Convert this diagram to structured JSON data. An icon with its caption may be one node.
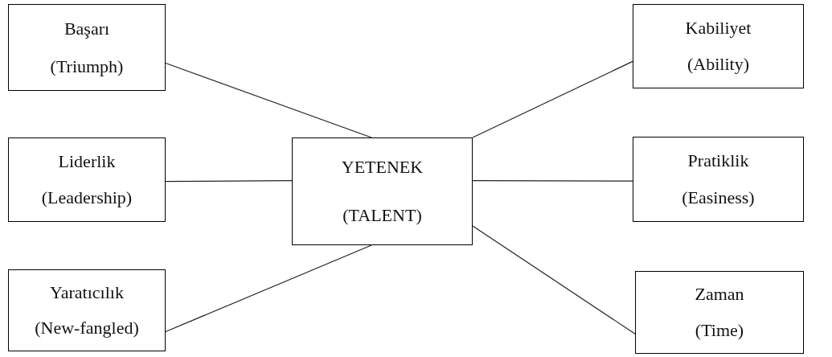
{
  "diagram": {
    "nodes": [
      {
        "text": [
          "Başarı",
          "(Triumph)"
        ]
      },
      {
        "text": [
          "Liderlik",
          "(Leadership)"
        ]
      },
      {
        "text": [
          "Yaratıcılık",
          "(New-fangled)"
        ]
      },
      {
        "text": [
          "YETENEK",
          "(TALENT)"
        ]
      },
      {
        "text": [
          "Kabiliyet",
          "(Ability)"
        ]
      },
      {
        "text": [
          "Pratiklik",
          "(Easiness)"
        ]
      },
      {
        "text": [
          "Zaman",
          "(Time)"
        ]
      }
    ],
    "edges": [
      {
        "from": 0,
        "to": 3,
        "arrow": "none"
      },
      {
        "from": 1,
        "to": 3,
        "arrow": "none"
      },
      {
        "from": 2,
        "to": 3,
        "arrow": "none"
      },
      {
        "from": 4,
        "to": 3,
        "arrow": "none"
      },
      {
        "from": 5,
        "to": 3,
        "arrow": "none"
      },
      {
        "from": 6,
        "to": 3,
        "arrow": "none"
      }
    ]
  }
}
